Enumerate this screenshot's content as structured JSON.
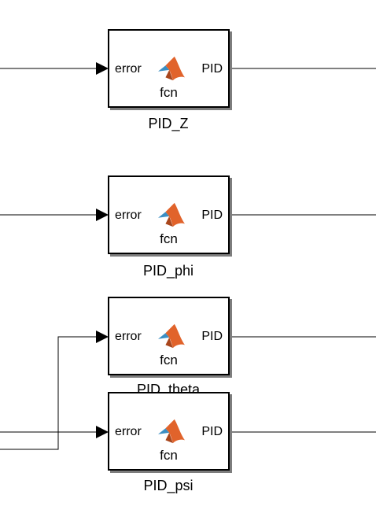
{
  "blocks": [
    {
      "id": "pid-z",
      "input": "error",
      "output": "PID",
      "function": "fcn",
      "name": "PID_Z"
    },
    {
      "id": "pid-phi",
      "input": "error",
      "output": "PID",
      "function": "fcn",
      "name": "PID_phi"
    },
    {
      "id": "pid-theta",
      "input": "error",
      "output": "PID",
      "function": "fcn",
      "name": "PID_theta"
    },
    {
      "id": "pid-psi",
      "input": "error",
      "output": "PID",
      "function": "fcn",
      "name": "PID_psi"
    }
  ],
  "icons": {
    "block_icon": "matlab-logo-icon"
  },
  "colors": {
    "line": "#000000",
    "logo_orange": "#e1632b",
    "logo_blue": "#3b8fc4"
  }
}
